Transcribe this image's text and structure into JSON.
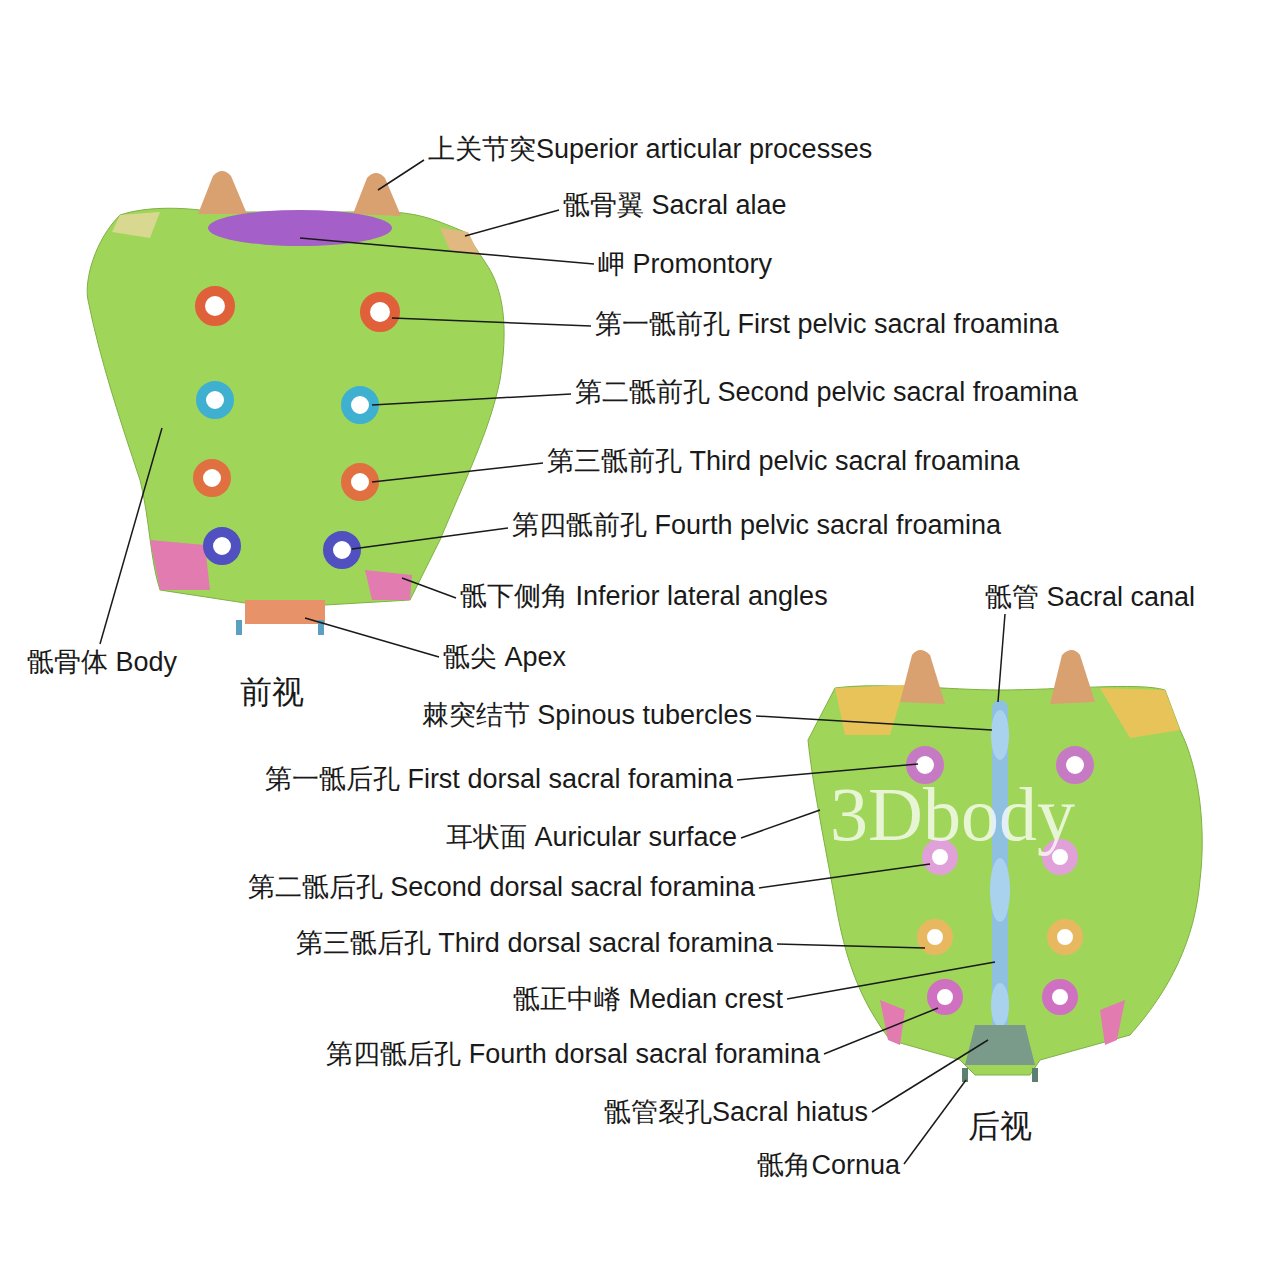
{
  "diagram": {
    "labels": [
      "上关节突Superior articular processes",
      "骶骨翼 Sacral alae",
      "岬 Promontory",
      "第一骶前孔 First pelvic sacral froamina",
      "第二骶前孔 Second pelvic sacral froamina",
      "第三骶前孔 Third pelvic sacral froamina",
      "第四骶前孔 Fourth pelvic sacral froamina",
      "骶下侧角 Inferior lateral angles",
      "骶尖 Apex",
      "骶骨体 Body",
      "前视",
      "骶管 Sacral canal",
      "棘突结节 Spinous tubercles",
      "第一骶后孔 First dorsal sacral foramina",
      "耳状面 Auricular surface",
      "第二骶后孔 Second dorsal sacral foramina",
      "第三骶后孔 Third dorsal sacral foramina",
      "骶正中嵴 Median crest",
      "第四骶后孔 Fourth dorsal sacral foramina",
      "骶管裂孔Sacral hiatus",
      "骶角Cornua",
      "后视",
      "3Dbody"
    ]
  }
}
